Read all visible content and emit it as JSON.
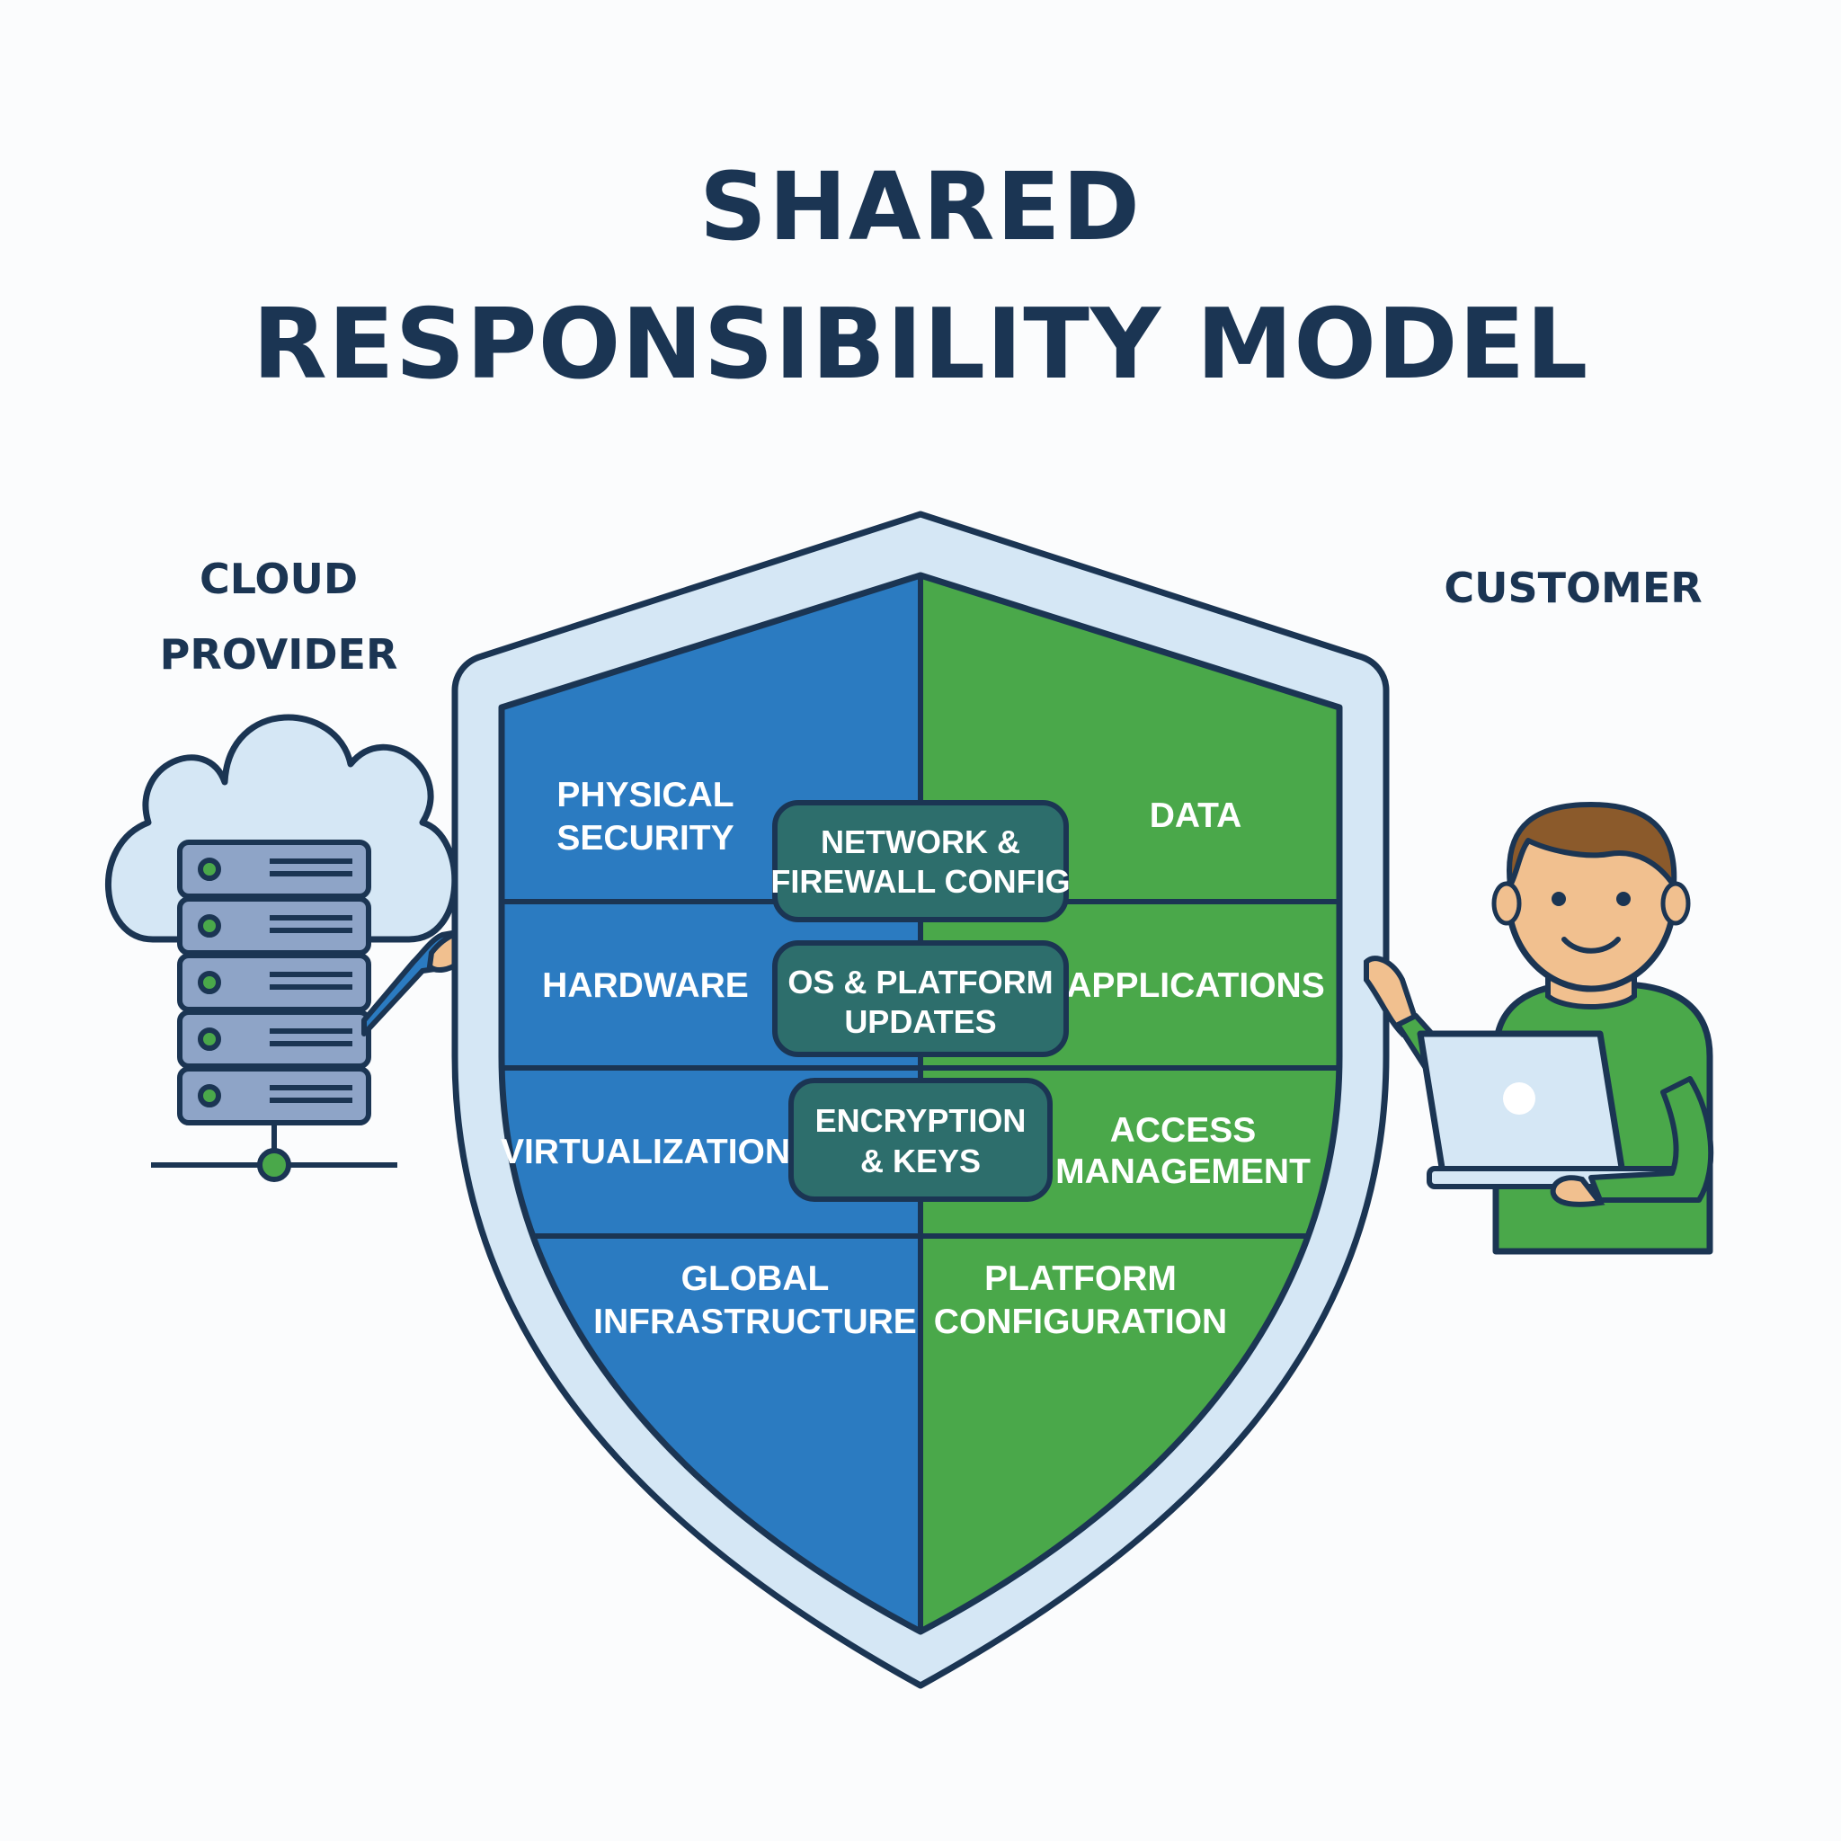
{
  "title": {
    "line1": "SHARED",
    "line2": "RESPONSIBILITY MODEL"
  },
  "provider": {
    "label_line1": "CLOUD",
    "label_line2": "PROVIDER",
    "icon": "cloud-server-icon"
  },
  "customer": {
    "label": "CUSTOMER",
    "icon": "person-laptop-icon"
  },
  "provider_cells": [
    {
      "line1": "PHYSICAL",
      "line2": "SECURITY"
    },
    {
      "line1": "HARDWARE",
      "line2": ""
    },
    {
      "line1": "VIRTUALIZATION",
      "line2": ""
    },
    {
      "line1": "GLOBAL",
      "line2": "INFRASTRUCTURE"
    }
  ],
  "customer_cells": [
    {
      "line1": "DATA",
      "line2": ""
    },
    {
      "line1": "APPLICATIONS",
      "line2": ""
    },
    {
      "line1": "ACCESS",
      "line2": "MANAGEMENT"
    },
    {
      "line1": "PLATFORM",
      "line2": "CONFIGURATION"
    }
  ],
  "shared_cells": [
    {
      "line1": "NETWORK &",
      "line2": "FIREWALL CONFIG"
    },
    {
      "line1": "OS & PLATFORM",
      "line2": "UPDATES"
    },
    {
      "line1": "ENCRYPTION",
      "line2": "& KEYS"
    }
  ],
  "colors": {
    "provider_blue": "#2b7bc1",
    "customer_green": "#4aa84a",
    "shared_teal": "#2d6e6c",
    "outline_navy": "#1b3553",
    "shield_rim": "#d5e7f5"
  }
}
